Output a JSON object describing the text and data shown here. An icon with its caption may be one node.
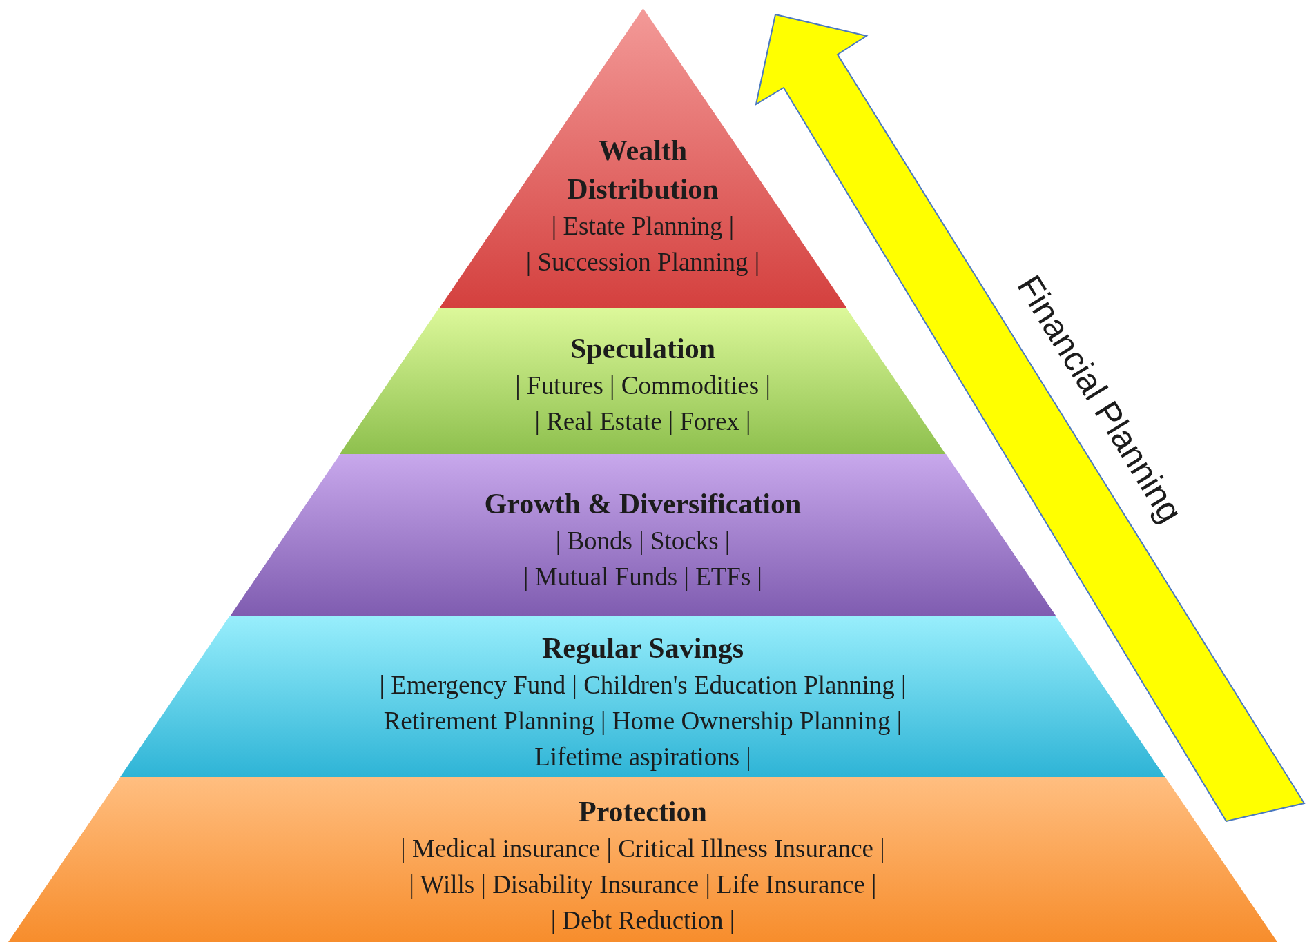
{
  "diagram": {
    "nodes": [
      {
        "text": [
          "Wealth Distribution",
          "| Estate Planning |",
          "| Succession Planning |"
        ]
      },
      {
        "text": [
          "Speculation",
          "| Futures | Commodities |",
          "| Real Estate | Forex |"
        ]
      },
      {
        "text": [
          "Growth & Diversification",
          "| Bonds | Stocks |",
          "| Mutual Funds | ETFs |"
        ]
      },
      {
        "text": [
          "Regular Savings",
          "| Emergency Fund | Children's Education Planning | Retirement Planning | Home Ownership Planning | Lifetime aspirations |"
        ]
      },
      {
        "text": [
          "Protection",
          "| Medical insurance | Critical Illness Insurance |",
          "| Wills | Disability Insurance | Life Insurance |",
          "| Debt Reduction |"
        ]
      }
    ],
    "labels": [
      "Financial Planning"
    ]
  }
}
